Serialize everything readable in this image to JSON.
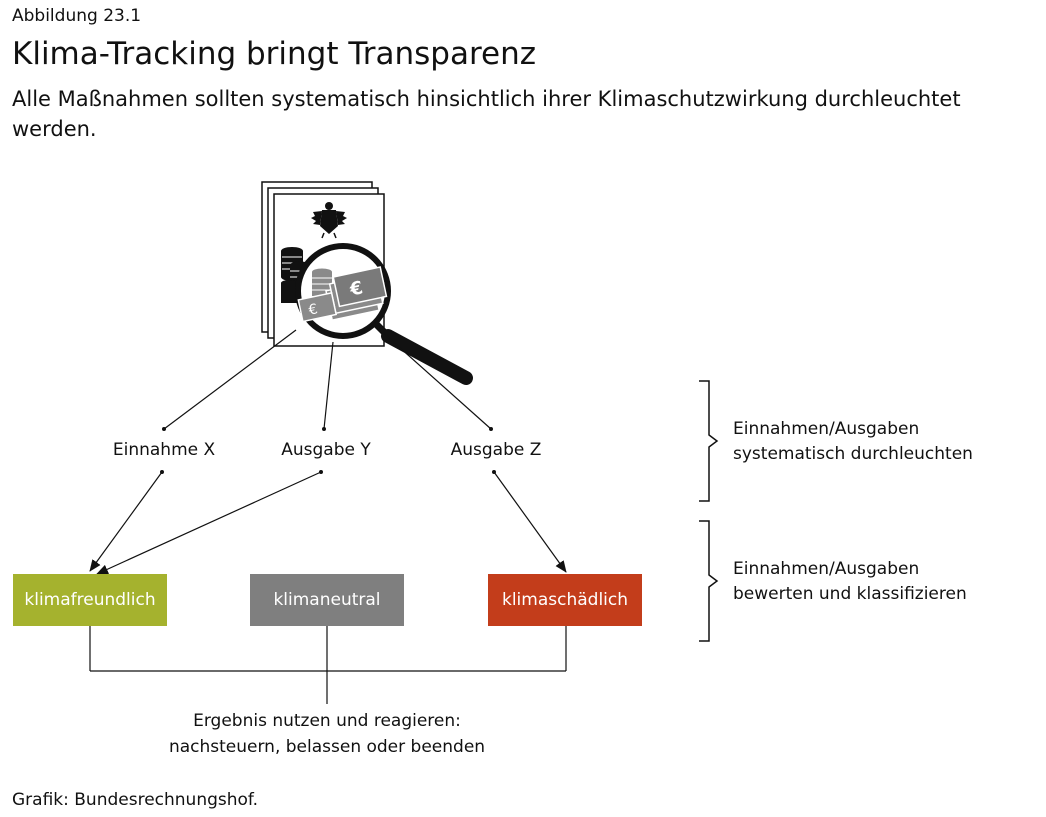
{
  "header": {
    "figure_label": "Abbildung 23.1",
    "title": "Klima-Tracking bringt Transparenz",
    "subtitle": "Alle Maßnahmen sollten systematisch hinsichtlich ihrer Klimaschutzwirkung durchleuchtet werden."
  },
  "diagram": {
    "illustration_icon": "document-stack-with-eagle-coins-and-magnifier",
    "items": {
      "x": "Einnahme X",
      "y": "Ausgabe Y",
      "z": "Ausgabe Z"
    },
    "categories": {
      "friendly": "klimafreundlich",
      "neutral": "klimaneutral",
      "harmful": "klimaschädlich"
    },
    "category_colors": {
      "friendly": "#a5b22e",
      "neutral": "#7f7f7f",
      "harmful": "#c33d1b"
    },
    "side_notes": {
      "step1_line1": "Einnahmen/Ausgaben",
      "step1_line2": "systematisch durchleuchten",
      "step2_line1": "Einnahmen/Ausgaben",
      "step2_line2": "bewerten und klassifizieren"
    },
    "result": {
      "line1": "Ergebnis nutzen und reagieren:",
      "line2": "nachsteuern, belassen oder beenden"
    }
  },
  "footer": {
    "credit": "Grafik: Bundesrechnungshof."
  }
}
